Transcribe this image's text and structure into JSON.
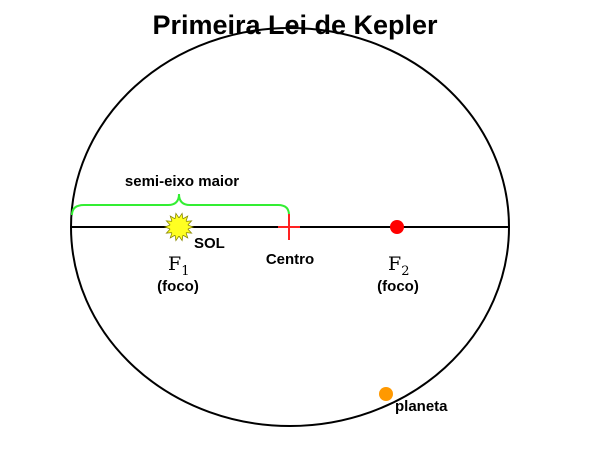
{
  "diagram": {
    "title": "Primeira Lei de Kepler",
    "semi_major_axis_label": "semi-eixo maior",
    "sun_label": "SOL",
    "focus1": {
      "letter": "F",
      "sub": "1",
      "note": "(foco)"
    },
    "center_label": "Centro",
    "focus2": {
      "letter": "F",
      "sub": "2",
      "note": "(foco)"
    },
    "planet_label": "planeta"
  },
  "colors": {
    "outline": "#000000",
    "brace": "#33ee33",
    "sun": "#ffff22",
    "center_mark": "#ff2222",
    "focus2_dot": "#ff0000",
    "planet": "#ff9900"
  }
}
